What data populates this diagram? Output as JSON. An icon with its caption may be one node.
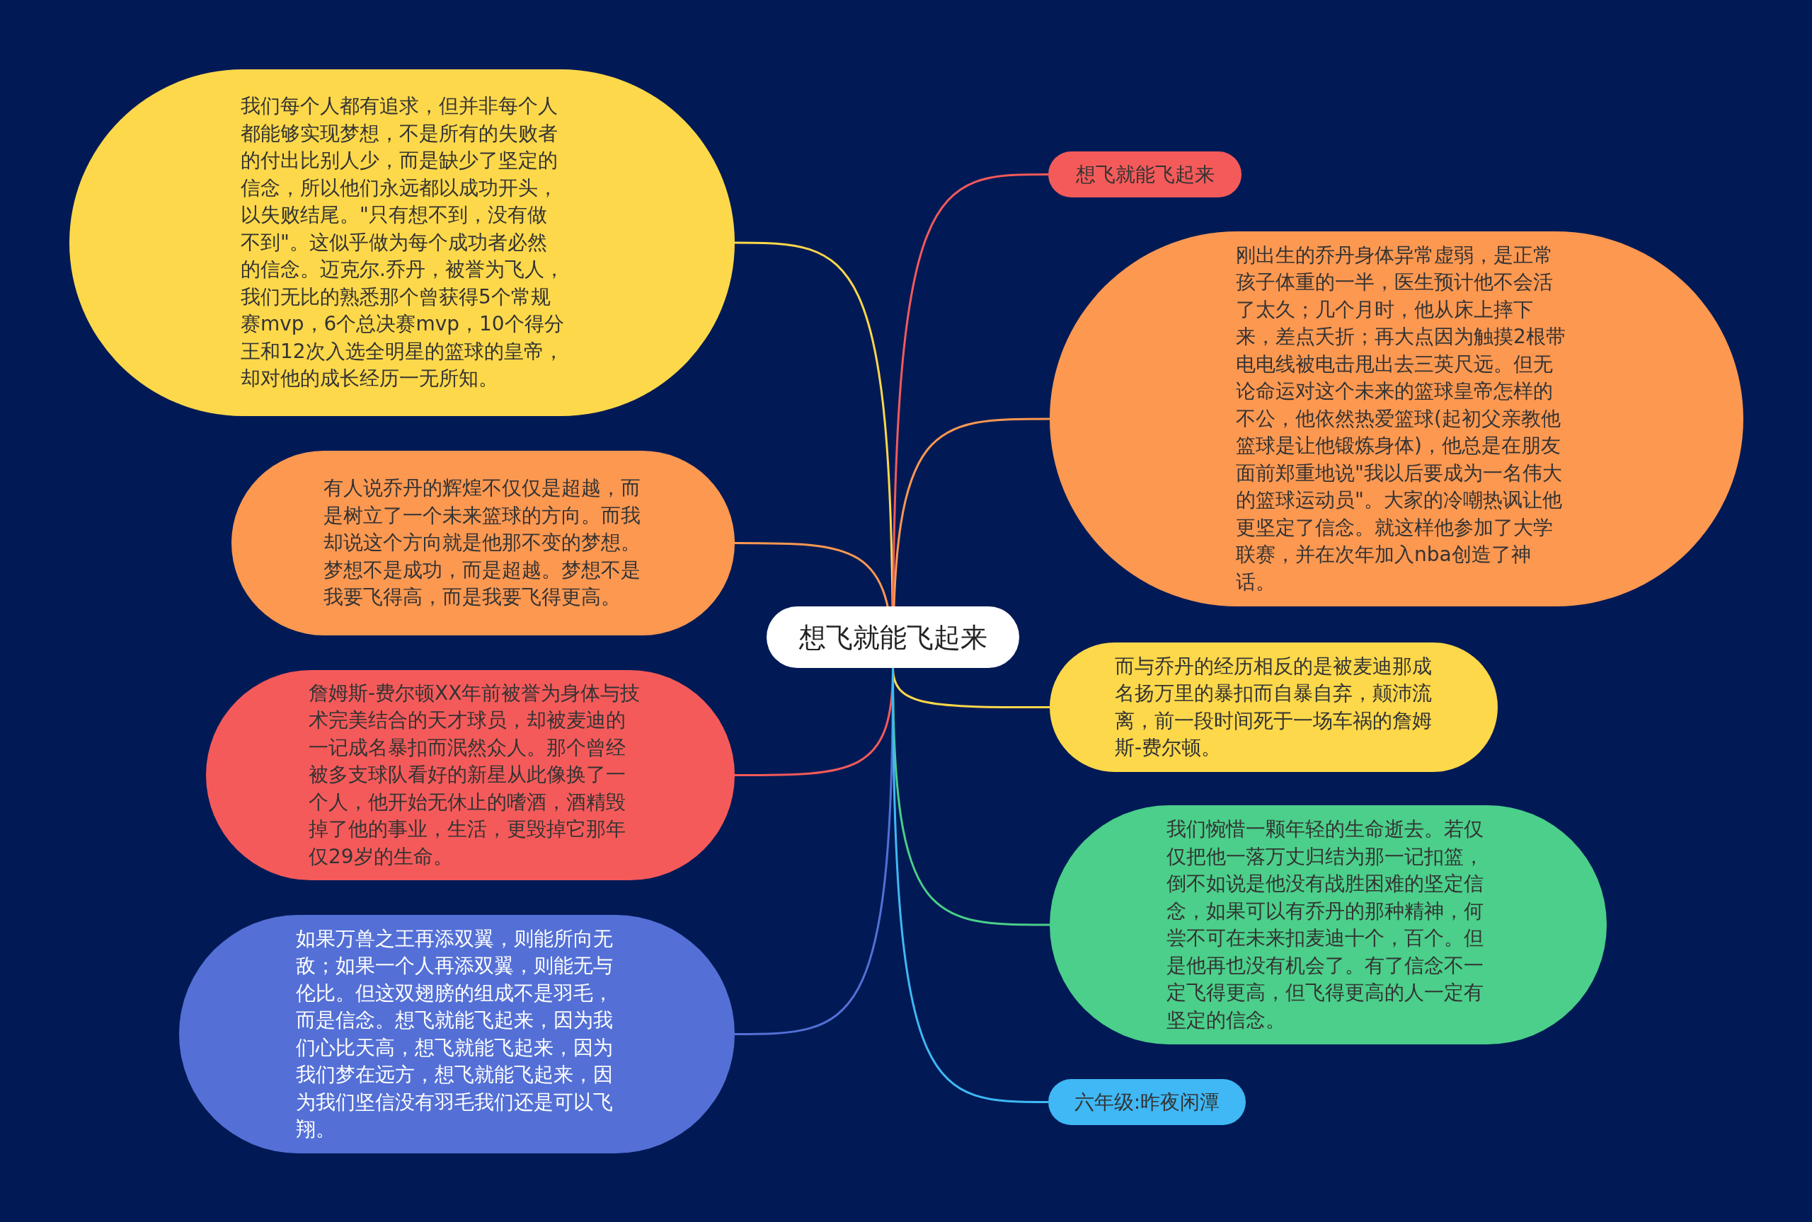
{
  "diagram": {
    "nodes": [
      {
        "text": [
          "想飞就能飞起来"
        ]
      },
      {
        "text": [
          "我们每个人都有追求，但并非每个人都能够实现梦想，不是所有的失败者的付出比别人少，而是缺少了坚定的信念，所以他们永远都以成功开头，以失败结尾。\"只有想不到，没有做不到\"。这似乎做为每个成功者必然的信念。迈克尔.乔丹，被誉为飞人，我们无比的熟悉那个曾获得5个常规赛mvp，6个总决赛mvp，10个得分王和12次入选全明星的篮球的皇帝，却对他的成长经历一无所知。"
        ]
      },
      {
        "text": [
          "有人说乔丹的辉煌不仅仅是超越，而是树立了一个未来篮球的方向。而我却说这个方向就是他那不变的梦想。梦想不是成功，而是超越。梦想不是我要飞得高，而是我要飞得更高。"
        ]
      },
      {
        "text": [
          "詹姆斯-费尔顿XX年前被誉为身体与技术完美结合的天才球员，却被麦迪的一记成名暴扣而泯然众人。那个曾经被多支球队看好的新星从此像换了一个人，他开始无休止的嗜酒，酒精毁掉了他的事业，生活，更毁掉它那年仅29岁的生命。"
        ]
      },
      {
        "text": [
          "如果万兽之王再添双翼，则能所向无敌；如果一个人再添双翼，则能无与伦比。但这双翅膀的组成不是羽毛，而是信念。想飞就能飞起来，因为我们心比天高，想飞就能飞起来，因为我们梦在远方，想飞就能飞起来，因为我们坚信没有羽毛我们还是可以飞翔。"
        ]
      },
      {
        "text": [
          "想飞就能飞起来"
        ]
      },
      {
        "text": [
          "刚出生的乔丹身体异常虚弱，是正常孩子体重的一半，医生预计他不会活了太久；几个月时，他从床上摔下来，差点夭折；再大点因为触摸2根带电电线被电击甩出去三英尺远。但无论命运对这个未来的篮球皇帝怎样的不公，他依然热爱篮球(起初父亲教他篮球是让他锻炼身体)，他总是在朋友面前郑重地说\"我以后要成为一名伟大的篮球运动员\"。大家的冷嘲热讽让他更坚定了信念。就这样他参加了大学联赛，并在次年加入nba创造了神话。"
        ]
      },
      {
        "text": [
          "而与乔丹的经历相反的是被麦迪那成名扬万里的暴扣而自暴自弃，颠沛流离，前一段时间死于一场车祸的詹姆斯-费尔顿。"
        ]
      },
      {
        "text": [
          "我们惋惜一颗年轻的生命逝去。若仅仅把他一落万丈归结为那一记扣篮，倒不如说是他没有战胜困难的坚定信念，如果可以有乔丹的那种精神，何尝不可在未来扣麦迪十个，百个。但是他再也没有机会了。有了信念不一定飞得更高，但飞得更高的人一定有坚定的信念。"
        ]
      },
      {
        "text": [
          "六年级:昨夜闲潭"
        ]
      }
    ],
    "edges": [
      {
        "from": 0,
        "to": 1,
        "arrow": "none",
        "color": "#fdd84a"
      },
      {
        "from": 0,
        "to": 2,
        "arrow": "none",
        "color": "#fd9851"
      },
      {
        "from": 0,
        "to": 3,
        "arrow": "none",
        "color": "#f55a5a"
      },
      {
        "from": 0,
        "to": 4,
        "arrow": "none",
        "color": "#5470d6"
      },
      {
        "from": 0,
        "to": 5,
        "arrow": "none",
        "color": "#f55a5a"
      },
      {
        "from": 0,
        "to": 6,
        "arrow": "none",
        "color": "#fd9851"
      },
      {
        "from": 0,
        "to": 7,
        "arrow": "none",
        "color": "#fdd84a"
      },
      {
        "from": 0,
        "to": 8,
        "arrow": "none",
        "color": "#4bcf8a"
      },
      {
        "from": 0,
        "to": 9,
        "arrow": "none",
        "color": "#3fb8f5"
      }
    ]
  }
}
